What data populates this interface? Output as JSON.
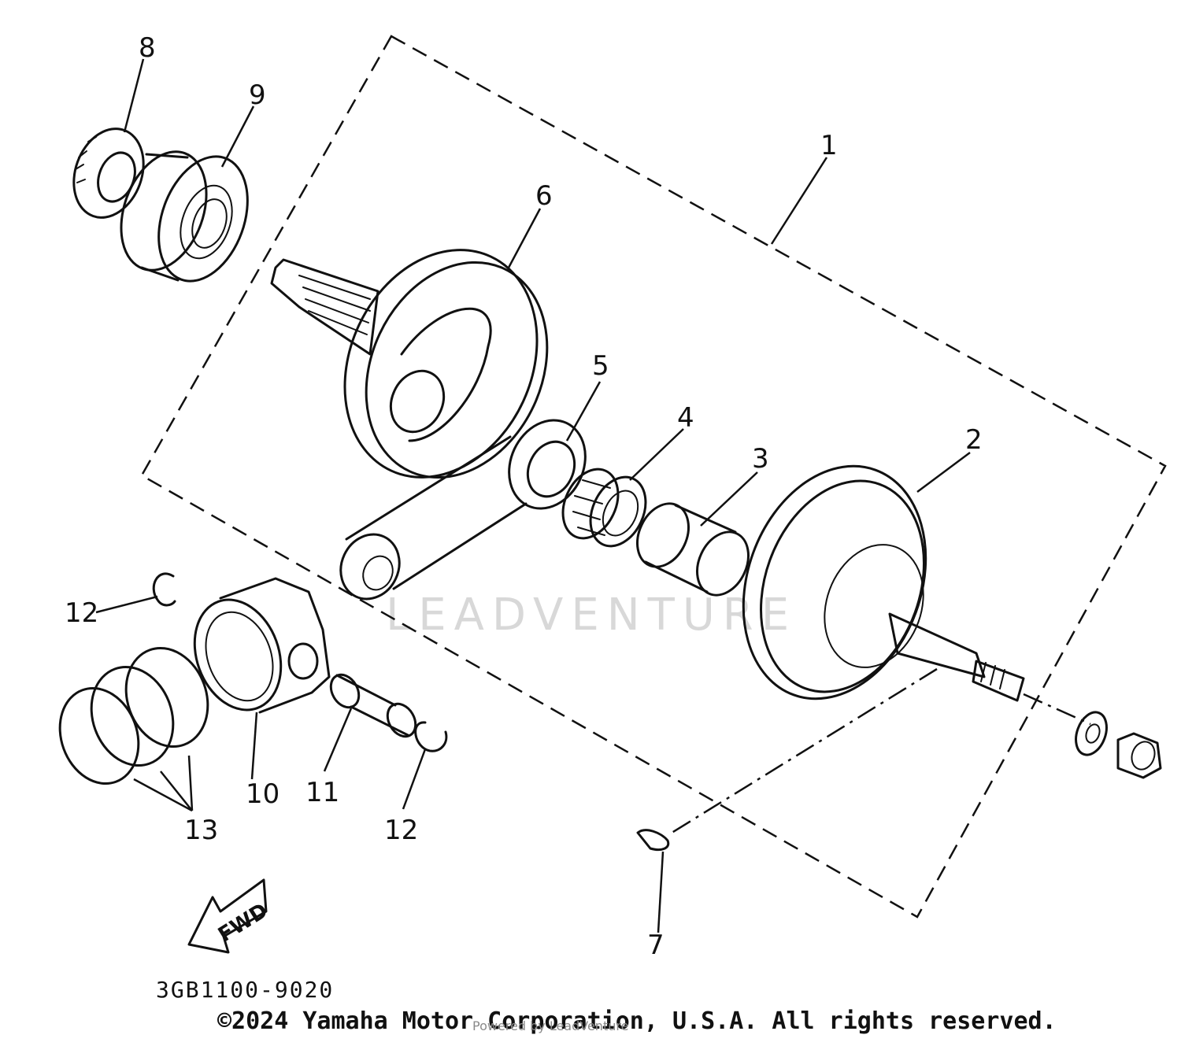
{
  "diagram": {
    "callouts": {
      "c1": "1",
      "c2": "2",
      "c3": "3",
      "c4": "4",
      "c5": "5",
      "c6": "6",
      "c7": "7",
      "c8": "8",
      "c9": "9",
      "c10": "10",
      "c11": "11",
      "c12a": "12",
      "c12b": "12",
      "c13": "13"
    },
    "direction_label": "FWD",
    "part_number": "3GB1100-9020",
    "watermark": "LEADVENTURE"
  },
  "footer": {
    "copyright": "©2024 Yamaha Motor Corporation, U.S.A. All rights reserved.",
    "powered_by": "Powered by LeadVenture"
  }
}
